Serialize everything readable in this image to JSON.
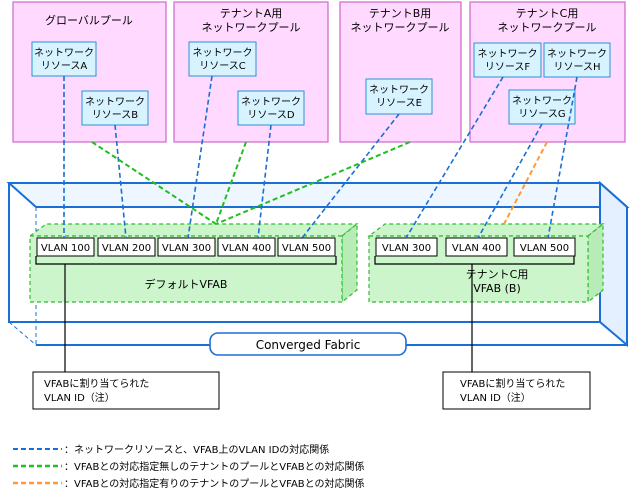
{
  "pools": [
    {
      "title_lines": [
        "グローバルプール"
      ]
    },
    {
      "title_lines": [
        "テナントA用",
        "ネットワークプール"
      ]
    },
    {
      "title_lines": [
        "テナントB用",
        "ネットワークプール"
      ]
    },
    {
      "title_lines": [
        "テナントC用",
        "ネットワークプール"
      ]
    }
  ],
  "resources": {
    "A": [
      "ネットワーク",
      "リソースA"
    ],
    "B": [
      "ネットワーク",
      "リソースB"
    ],
    "C": [
      "ネットワーク",
      "リソースC"
    ],
    "D": [
      "ネットワーク",
      "リソースD"
    ],
    "E": [
      "ネットワーク",
      "リソースE"
    ],
    "F": [
      "ネットワーク",
      "リソースF"
    ],
    "H": [
      "ネットワーク",
      "リソースH"
    ],
    "G": [
      "ネットワーク",
      "リソースG"
    ]
  },
  "default_vfab": {
    "label": "デフォルトVFAB",
    "vlans": [
      "VLAN 100",
      "VLAN 200",
      "VLAN 300",
      "VLAN 400",
      "VLAN 500"
    ]
  },
  "tenant_vfab": {
    "label_lines": [
      "テナントC用",
      "VFAB (B)"
    ],
    "vlans": [
      "VLAN 300",
      "VLAN 400",
      "VLAN 500"
    ]
  },
  "fabric_label": "Converged Fabric",
  "callouts": [
    {
      "lines": [
        "VFABに割り当てられた",
        "VLAN ID（注）"
      ]
    },
    {
      "lines": [
        "VFABに割り当てられた",
        "VLAN ID（注）"
      ]
    }
  ],
  "legend": [
    {
      "color": "#1a6fd6",
      "text": "：ネットワークリソースと、VFAB上のVLAN IDの対応関係"
    },
    {
      "color": "#1fbf1f",
      "text": "：VFABとの対応指定無しのテナントのプールとVFABとの対応関係"
    },
    {
      "color": "#ff9933",
      "text": "：VFABとの対応指定有りのテナントのプールとVFABとの対応関係"
    }
  ],
  "colors": {
    "pool_fill": "#ffd9ff",
    "pool_stroke": "#cc66cc",
    "resource_fill": "#d7f3ff",
    "resource_stroke": "#2a93d5",
    "fabric_stroke": "#1a6fd6",
    "vfab_fill": "#ccf5cc",
    "vfab_stroke": "#33bb33",
    "blue_link": "#1a6fd6",
    "green_link": "#1fbf1f",
    "orange_link": "#ff9933"
  }
}
